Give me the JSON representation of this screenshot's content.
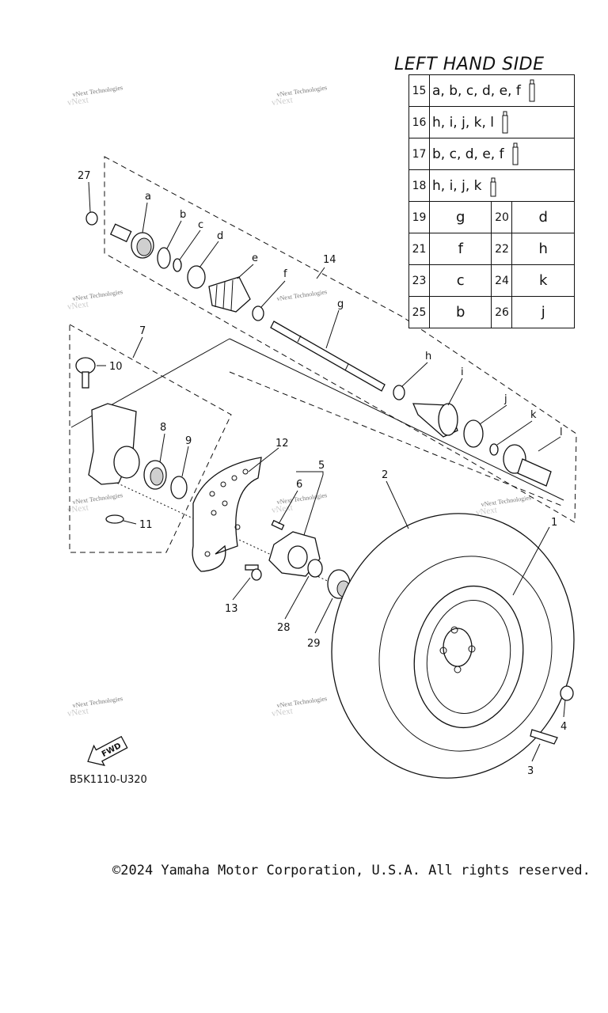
{
  "header": {
    "title": "LEFT HAND SIDE"
  },
  "kit_table": {
    "kits": [
      {
        "ref": "15",
        "items": "a, b, c, d, e, f",
        "grease_icon": "grease-tube-large-icon"
      },
      {
        "ref": "16",
        "items": "h, i, j, k, l",
        "grease_icon": "grease-tube-large-icon"
      },
      {
        "ref": "17",
        "items": "b, c, d, e, f",
        "grease_icon": "grease-tube-large-icon"
      },
      {
        "ref": "18",
        "items": "h, i, j, k",
        "grease_icon": "grease-tube-small-icon"
      }
    ],
    "singles": [
      {
        "ref": "19",
        "item": "g",
        "ref2": "20",
        "item2": "d"
      },
      {
        "ref": "21",
        "item": "f",
        "ref2": "22",
        "item2": "h"
      },
      {
        "ref": "23",
        "item": "c",
        "ref2": "24",
        "item2": "k"
      },
      {
        "ref": "25",
        "item": "b",
        "ref2": "26",
        "item2": "j"
      }
    ]
  },
  "callouts": {
    "n1": "1",
    "n2": "2",
    "n3": "3",
    "n4": "4",
    "n5": "5",
    "n6": "6",
    "n7": "7",
    "n8": "8",
    "n9": "9",
    "n10": "10",
    "n11": "11",
    "n12": "12",
    "n13": "13",
    "n14": "14",
    "n27": "27",
    "n28": "28",
    "n29": "29",
    "a": "a",
    "b": "b",
    "c": "c",
    "d": "d",
    "e": "e",
    "f": "f",
    "g": "g",
    "h": "h",
    "i": "i",
    "j": "j",
    "k": "k",
    "l": "l"
  },
  "direction_badge": "FWD",
  "watermark": "vNext Technologies",
  "diagram_code": "B5K1110-U320",
  "footer": {
    "copyright": "©2024 Yamaha Motor Corporation, U.S.A. All rights reserved."
  }
}
